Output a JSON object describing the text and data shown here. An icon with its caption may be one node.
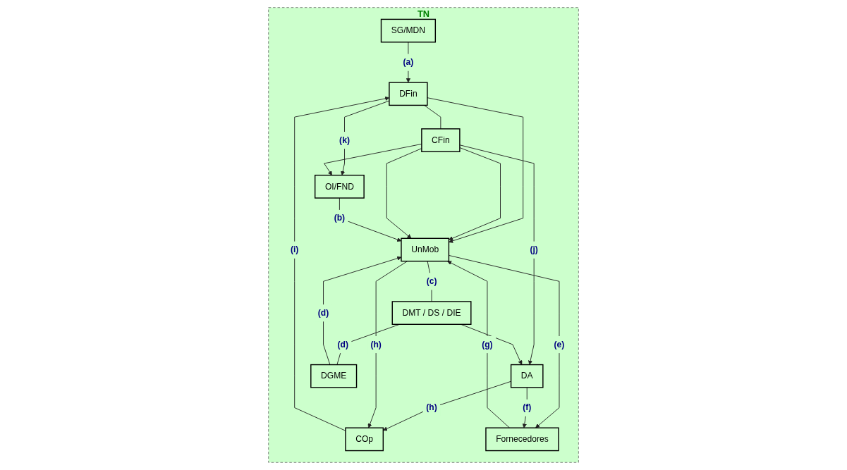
{
  "diagram": {
    "nodes": [
      {
        "text": [
          "TN"
        ]
      },
      {
        "text": [
          "DFin"
        ],
        "in": 0
      },
      {
        "text": [
          "COp"
        ],
        "in": 0
      },
      {
        "text": [
          "SG/MDN"
        ],
        "in": 0
      },
      {
        "text": [
          "CFin"
        ],
        "in": 0
      },
      {
        "text": [
          "OI/FND"
        ],
        "in": 0
      },
      {
        "text": [
          "UnMob"
        ],
        "in": 0
      },
      {
        "text": [
          "DMT / DS / DIE"
        ],
        "in": 0
      },
      {
        "text": [
          "DA"
        ],
        "in": 0
      },
      {
        "text": [
          "DGME"
        ],
        "in": 0
      },
      {
        "text": [
          "Fornecedores"
        ],
        "in": 0
      }
    ],
    "edges": [
      {
        "from": 3,
        "to": 1,
        "arrow": "to",
        "label": "(a)"
      },
      {
        "from": 2,
        "to": 1,
        "arrow": "to",
        "label": "(i)"
      },
      {
        "from": 1,
        "to": 4,
        "arrow": "none"
      },
      {
        "from": 1,
        "to": 5,
        "arrow": "to",
        "label": "(k)"
      },
      {
        "from": 1,
        "to": 6,
        "arrow": "to"
      },
      {
        "from": 4,
        "to": 5,
        "arrow": "to"
      },
      {
        "from": 4,
        "to": 6,
        "arrow": "to"
      },
      {
        "from": 4,
        "to": 6,
        "arrow": "to"
      },
      {
        "from": 4,
        "to": 8,
        "arrow": "to",
        "label": "(j)"
      },
      {
        "from": 5,
        "to": 6,
        "arrow": "to",
        "label": "(b)"
      },
      {
        "from": 6,
        "to": 7,
        "arrow": "none",
        "label": "(c)"
      },
      {
        "from": 7,
        "to": 8,
        "arrow": "to"
      },
      {
        "from": 7,
        "to": 9,
        "arrow": "none",
        "label": "(d)"
      },
      {
        "from": 9,
        "to": 6,
        "arrow": "to",
        "label": "(d)"
      },
      {
        "from": 10,
        "to": 6,
        "arrow": "to",
        "label": "(g)"
      },
      {
        "from": 6,
        "to": 10,
        "arrow": "to",
        "label": "(e)"
      },
      {
        "from": 8,
        "to": 10,
        "arrow": "to",
        "label": "(f)"
      },
      {
        "from": 8,
        "to": 2,
        "arrow": "to",
        "label": "(h)"
      },
      {
        "from": 6,
        "to": 2,
        "arrow": "to",
        "label": "(h)"
      }
    ]
  }
}
